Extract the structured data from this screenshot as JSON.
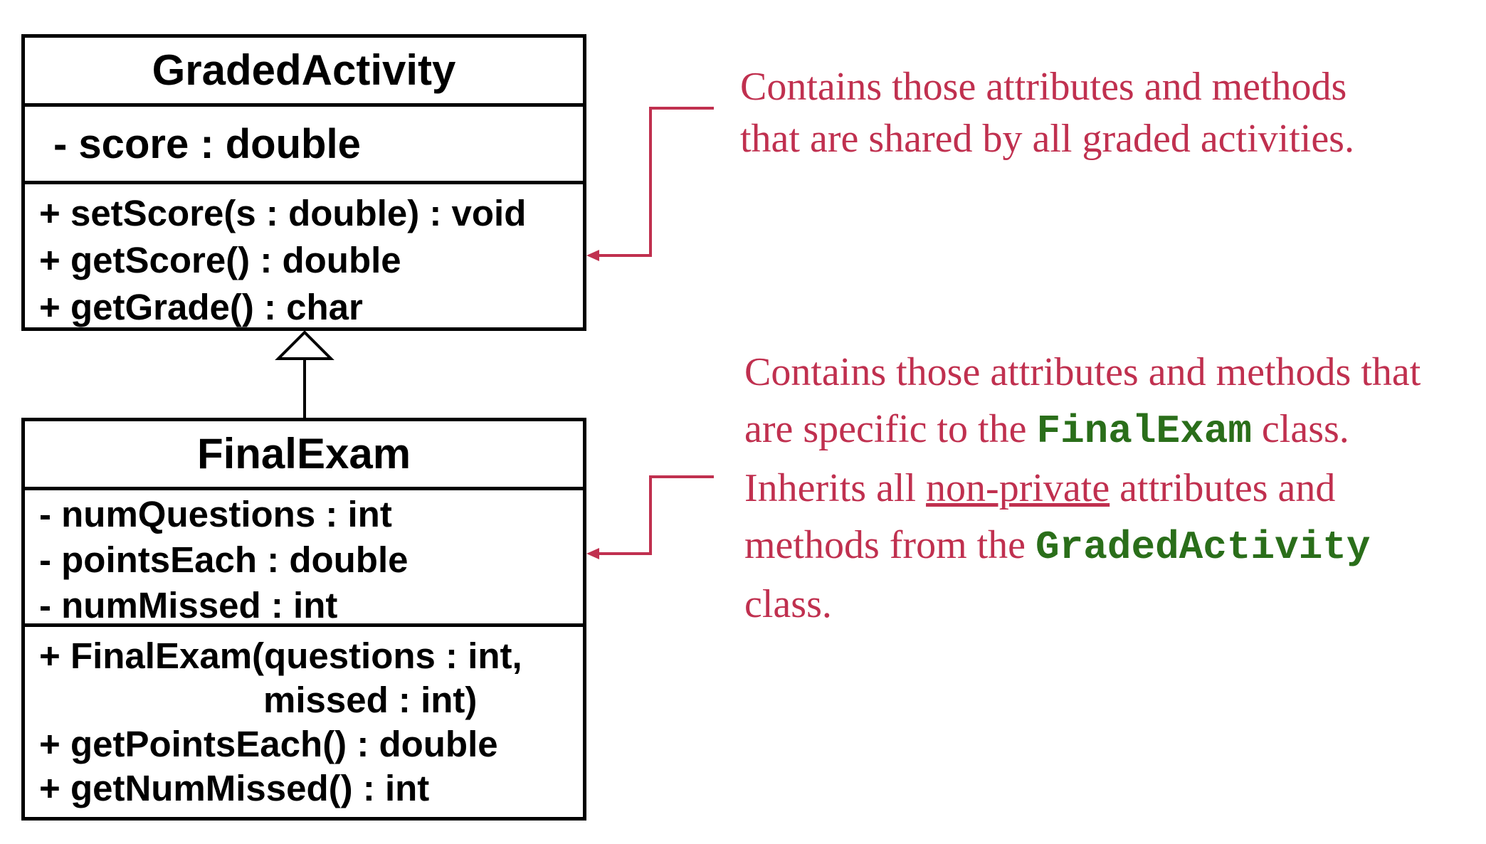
{
  "graded_activity": {
    "name": "GradedActivity",
    "attribute": "- score : double",
    "methods": [
      "+ setScore(s : double) : void",
      "+ getScore() : double",
      "+ getGrade() : char"
    ]
  },
  "final_exam": {
    "name": "FinalExam",
    "attributes": [
      "- numQuestions : int",
      "- pointsEach : double",
      "- numMissed : int"
    ],
    "methods": [
      "+ FinalExam(questions : int,",
      "missed : int)",
      "+ getPointsEach() : double",
      "+ getNumMissed() : int"
    ]
  },
  "annotation_top": {
    "line1": "Contains those attributes and methods",
    "line2": "that are shared by all graded activities."
  },
  "annotation_bottom": {
    "line1": "Contains those attributes and methods that",
    "line2_pre": "are specific to the ",
    "line2_code": "FinalExam",
    "line2_post": " class.",
    "line3_pre": "Inherits all ",
    "line3_underlined": "non-private",
    "line3_post": " attributes and",
    "line4_pre": "methods from the ",
    "line4_code": "GradedActivity",
    "line5": "class."
  },
  "colors": {
    "annotation": "#c0304f",
    "code": "#2a6e1a",
    "border": "#000000"
  }
}
